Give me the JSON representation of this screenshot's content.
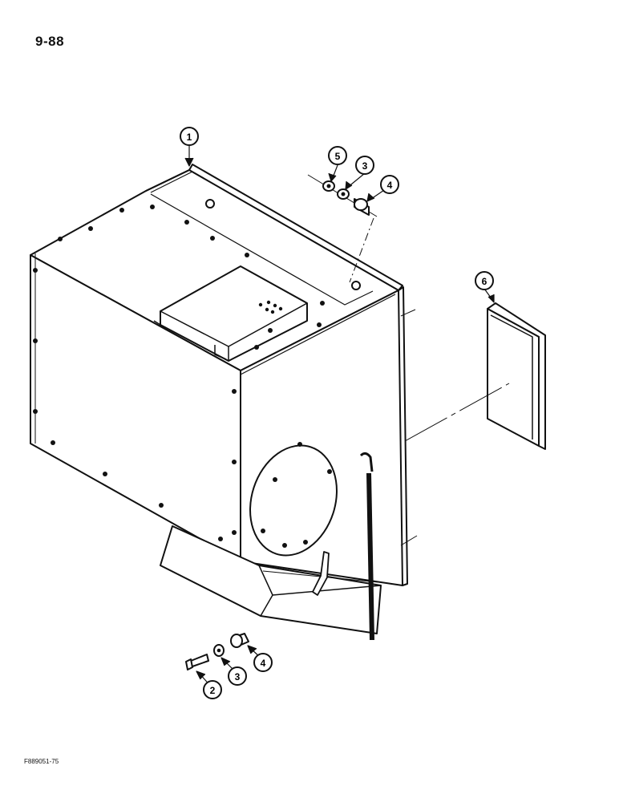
{
  "page": {
    "page_number": "9-88",
    "figure_code": "F889051-75"
  },
  "callouts": [
    {
      "id": "callout-1",
      "label": "1"
    },
    {
      "id": "callout-2",
      "label": "2"
    },
    {
      "id": "callout-3-top",
      "label": "3"
    },
    {
      "id": "callout-3-bottom",
      "label": "3"
    },
    {
      "id": "callout-4-top",
      "label": "4"
    },
    {
      "id": "callout-4-bottom",
      "label": "4"
    },
    {
      "id": "callout-5",
      "label": "5"
    },
    {
      "id": "callout-6",
      "label": "6"
    }
  ],
  "colors": {
    "line": "#111111",
    "panel_fill": "#ffffff",
    "shadow": "#1a1a1a"
  }
}
